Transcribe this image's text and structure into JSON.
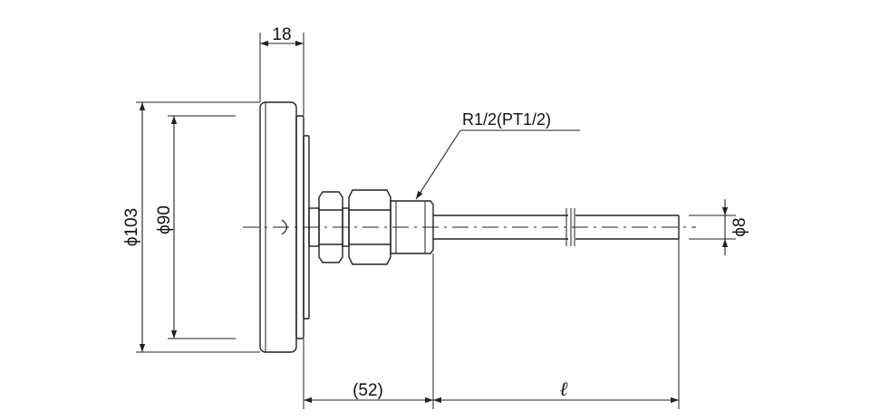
{
  "drawing": {
    "dimensions": {
      "gauge_thickness": "18",
      "outer_diameter": "ϕ103",
      "dial_diameter": "ϕ90",
      "stem_diameter": "ϕ8",
      "thread_spec": "R1/2(PT1/2)",
      "fitting_length": "(52)",
      "stem_length": "ℓ"
    },
    "colors": {
      "line": "#222222",
      "background": "#ffffff"
    }
  }
}
